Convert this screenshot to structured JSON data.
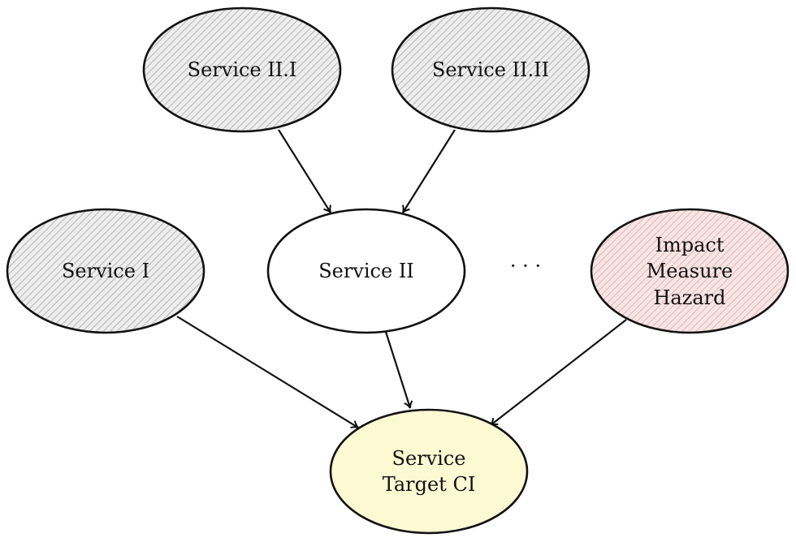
{
  "diagram": {
    "nodes": {
      "service_2_1": {
        "lines": [
          "Service II.I"
        ],
        "fill": "#d9d9d9",
        "pattern": "hatched"
      },
      "service_2_2": {
        "lines": [
          "Service II.II"
        ],
        "fill": "#d9d9d9",
        "pattern": "hatched"
      },
      "service_1": {
        "lines": [
          "Service I"
        ],
        "fill": "#d9d9d9",
        "pattern": "hatched"
      },
      "service_2": {
        "lines": [
          "Service II"
        ],
        "fill": "#ffffff",
        "pattern": "none"
      },
      "impact": {
        "lines": [
          "Impact",
          "Measure",
          "Hazard"
        ],
        "fill": "#f4d6d6",
        "pattern": "hatched"
      },
      "target": {
        "lines": [
          "Service",
          "Target CI"
        ],
        "fill": "#fdf9d3",
        "pattern": "none"
      }
    },
    "ellipsis": "· · ·",
    "edges": [
      {
        "from": "Service II.I",
        "to": "Service II"
      },
      {
        "from": "Service II.II",
        "to": "Service II"
      },
      {
        "from": "Service I",
        "to": "Service Target CI"
      },
      {
        "from": "Service II",
        "to": "Service Target CI"
      },
      {
        "from": "Impact Measure Hazard",
        "to": "Service Target CI"
      }
    ]
  }
}
